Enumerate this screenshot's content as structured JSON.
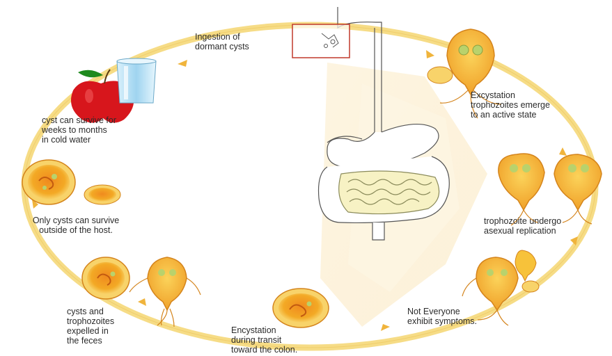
{
  "diagram": {
    "colors": {
      "ring": "#f6dc86",
      "ring_edge": "#ecc55a",
      "arrow": "#f0b43c",
      "cyst_fill": "#f3a925",
      "cyst_shell": "#f8d36a",
      "troph_fill": "#f7c23a",
      "troph_edge": "#d4841c",
      "nucleus": "#b9d26c",
      "organ_line": "#555555",
      "intestine_fill": "#f7f2c4",
      "highlight_box": "#c0392b",
      "apple": "#d7161c",
      "leaf": "#1e8a1e",
      "glass": "#bfe4f7",
      "beam": "#fbeed2"
    },
    "stages": [
      {
        "id": "ingestion",
        "text": "Ingestion of\ndormant cysts"
      },
      {
        "id": "excystation",
        "text": "Excystation\ntrophozoites emerge\nto an active state"
      },
      {
        "id": "replication",
        "text": "trophozoite undergo\nasexual replication"
      },
      {
        "id": "symptoms",
        "text": "Not Everyone\nexhibit symptoms."
      },
      {
        "id": "encystation",
        "text": "Encystation\nduring transit\ntoward the colon."
      },
      {
        "id": "expelled",
        "text": "cysts and\ntrophozoites\nexpelled in\nthe feces"
      },
      {
        "id": "survive_outside",
        "text": "Only cysts can survive\noutside of the host."
      },
      {
        "id": "cold_water",
        "text": "cyst can survive for\nweeks to months\nin cold water"
      }
    ]
  }
}
